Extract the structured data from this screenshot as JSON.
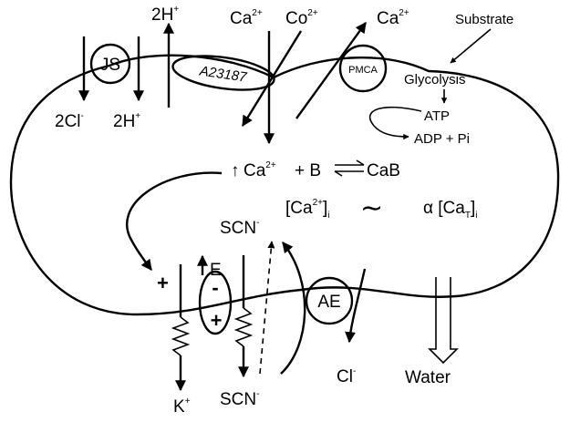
{
  "labels": {
    "js": "JS",
    "cl_out": "2Cl",
    "cl_out_sup": "-",
    "h_out": "2H",
    "h_out_sup": "+",
    "h_in": "2H",
    "h_in_sup": "+",
    "a23187": "A23187",
    "ca_in": "Ca",
    "ca_in_sup": "2+",
    "co_in": "Co",
    "co_in_sup": "2+",
    "ca_out": "Ca",
    "ca_out_sup": "2+",
    "substrate": "Substrate",
    "pmca": "PMCA",
    "glycolysis": "Glycolysis",
    "atp": "ATP",
    "adp_pi": "ADP + Pi",
    "eq_up": "↑",
    "eq_ca": "Ca",
    "eq_ca_sup": "2+",
    "eq_plus_b": "+ B",
    "eq_cab": "CaB",
    "conc_left": "[Ca",
    "conc_left_sup": "2+",
    "conc_left_close": "]",
    "conc_left_sub": "i",
    "tilde": "∼",
    "conc_right": "α [Ca",
    "conc_right_sub_t": "T",
    "conc_right_close": "]",
    "conc_right_sub": "i",
    "scn_top": "SCN",
    "scn_top_sup": "-",
    "scn_bottom": "SCN",
    "scn_bottom_sup": "-",
    "e_label": "E",
    "membrane_plus": "+",
    "pot_minus": "-",
    "pot_plus": "+",
    "ae": "AE",
    "cl_bottom": "Cl",
    "cl_bottom_sup": "-",
    "water": "Water",
    "k": "K",
    "k_sup": "+"
  }
}
